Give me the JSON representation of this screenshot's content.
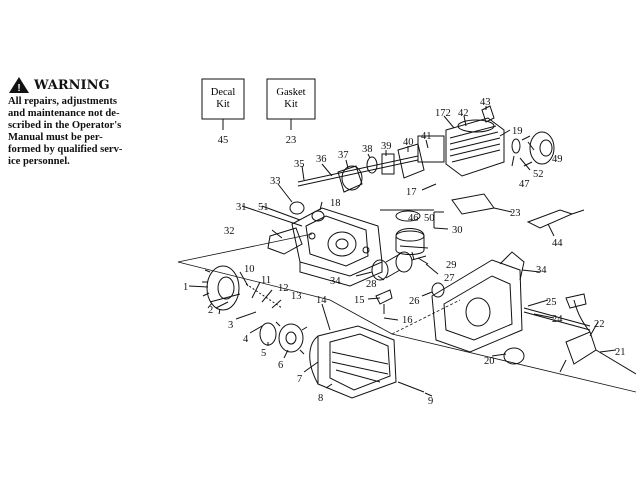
{
  "warning": {
    "title": "WARNING",
    "lines": [
      "All repairs, adjustments",
      "and maintenance not de-",
      "scribed in the Operator's",
      "Manual must be per-",
      "formed by qualified serv-",
      "ice personnel."
    ]
  },
  "kits": [
    {
      "line1": "Decal",
      "line2": "Kit",
      "number": "45"
    },
    {
      "line1": "Gasket",
      "line2": "Kit",
      "number": "23"
    }
  ],
  "callouts": [
    "1",
    "2",
    "3",
    "4",
    "5",
    "6",
    "7",
    "8",
    "9",
    "10",
    "11",
    "12",
    "13",
    "14",
    "15",
    "16",
    "17",
    "172",
    "18",
    "19",
    "20",
    "21",
    "22",
    "23",
    "24",
    "25",
    "26",
    "27",
    "28",
    "29",
    "30",
    "31",
    "32",
    "33",
    "34",
    "34",
    "35",
    "36",
    "37",
    "38",
    "39",
    "40",
    "41",
    "42",
    "43",
    "44",
    "46",
    "47",
    "49",
    "50",
    "51",
    "52"
  ]
}
